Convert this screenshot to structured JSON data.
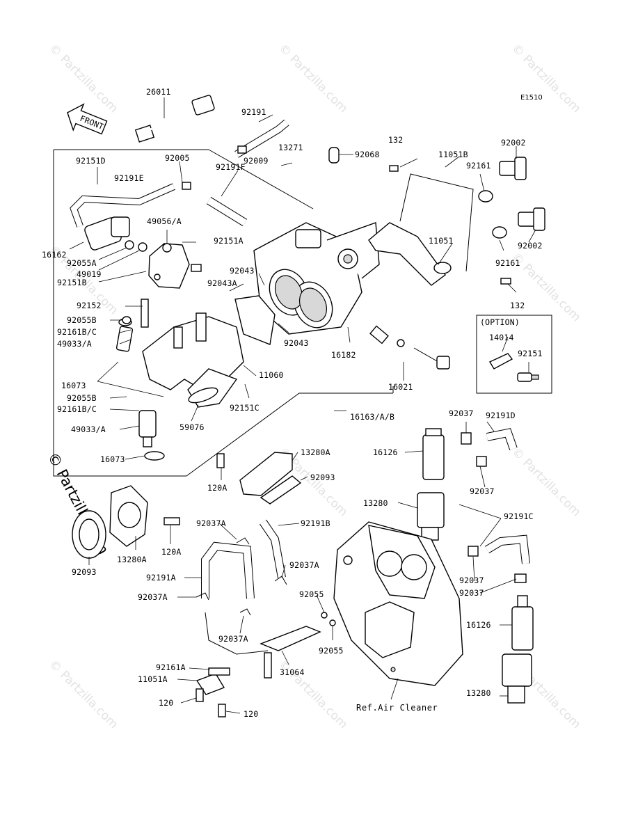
{
  "diagram": {
    "code": "E1510",
    "front_label": "FRONT",
    "reference_note": "Ref.Air Cleaner",
    "option_label": "(OPTION)",
    "watermark": "© Partzilla.com",
    "parts": {
      "p26011": "26011",
      "p92191": "92191",
      "p13271": "13271",
      "p92068": "92068",
      "p132a": "132",
      "p11051B": "11051B",
      "p92002a": "92002",
      "p92151D": "92151D",
      "p92005": "92005",
      "p92009": "92009",
      "p92161a": "92161",
      "p92191E": "92191E",
      "p92191F": "92191F",
      "p49056A": "49056/A",
      "p92151A": "92151A",
      "p92002b": "92002",
      "p16162": "16162",
      "p92055A": "92055A",
      "p49019": "49019",
      "p11051": "11051",
      "p92161b": "92161",
      "p92043a": "92043",
      "p92151B": "92151B",
      "p92043A": "92043A",
      "p132b": "132",
      "p92152": "92152",
      "p92055B_top": "92055B",
      "p92161BC_top": "92161B/C",
      "p49033A_top": "49033/A",
      "p92043b": "92043",
      "p14014": "14014",
      "p92151": "92151",
      "p16182": "16182",
      "p16073_top": "16073",
      "p11060": "11060",
      "p16021": "16021",
      "p92055B_bot": "92055B",
      "p92161BC_bot": "92161B/C",
      "p92151C": "92151C",
      "p16163": "16163/A/B",
      "p59076": "59076",
      "p49033A_bot": "49033/A",
      "p92037_t1": "92037",
      "p92191D": "92191D",
      "p16126_top": "16126",
      "p16073_bot": "16073",
      "p13280A_top": "13280A",
      "p120A_top": "120A",
      "p92093_top": "92093",
      "p92037_t2": "92037",
      "p13280_top": "13280",
      "p92191C": "92191C",
      "p92037A_a": "92037A",
      "p92191B": "92191B",
      "p120A_bot": "120A",
      "p92093_bot": "92093",
      "p13280A_bot": "13280A",
      "p92037A_b": "92037A",
      "p92037_m1": "92037",
      "p92191A": "92191A",
      "p92055_a": "92055",
      "p92037_m2": "92037",
      "p92037A_c": "92037A",
      "p16126_bot": "16126",
      "p92037A_d": "92037A",
      "p92055_b": "92055",
      "p92161A": "92161A",
      "p31064": "31064",
      "p11051A": "11051A",
      "p13280_bot": "13280",
      "p120a": "120",
      "p120b": "120"
    }
  }
}
